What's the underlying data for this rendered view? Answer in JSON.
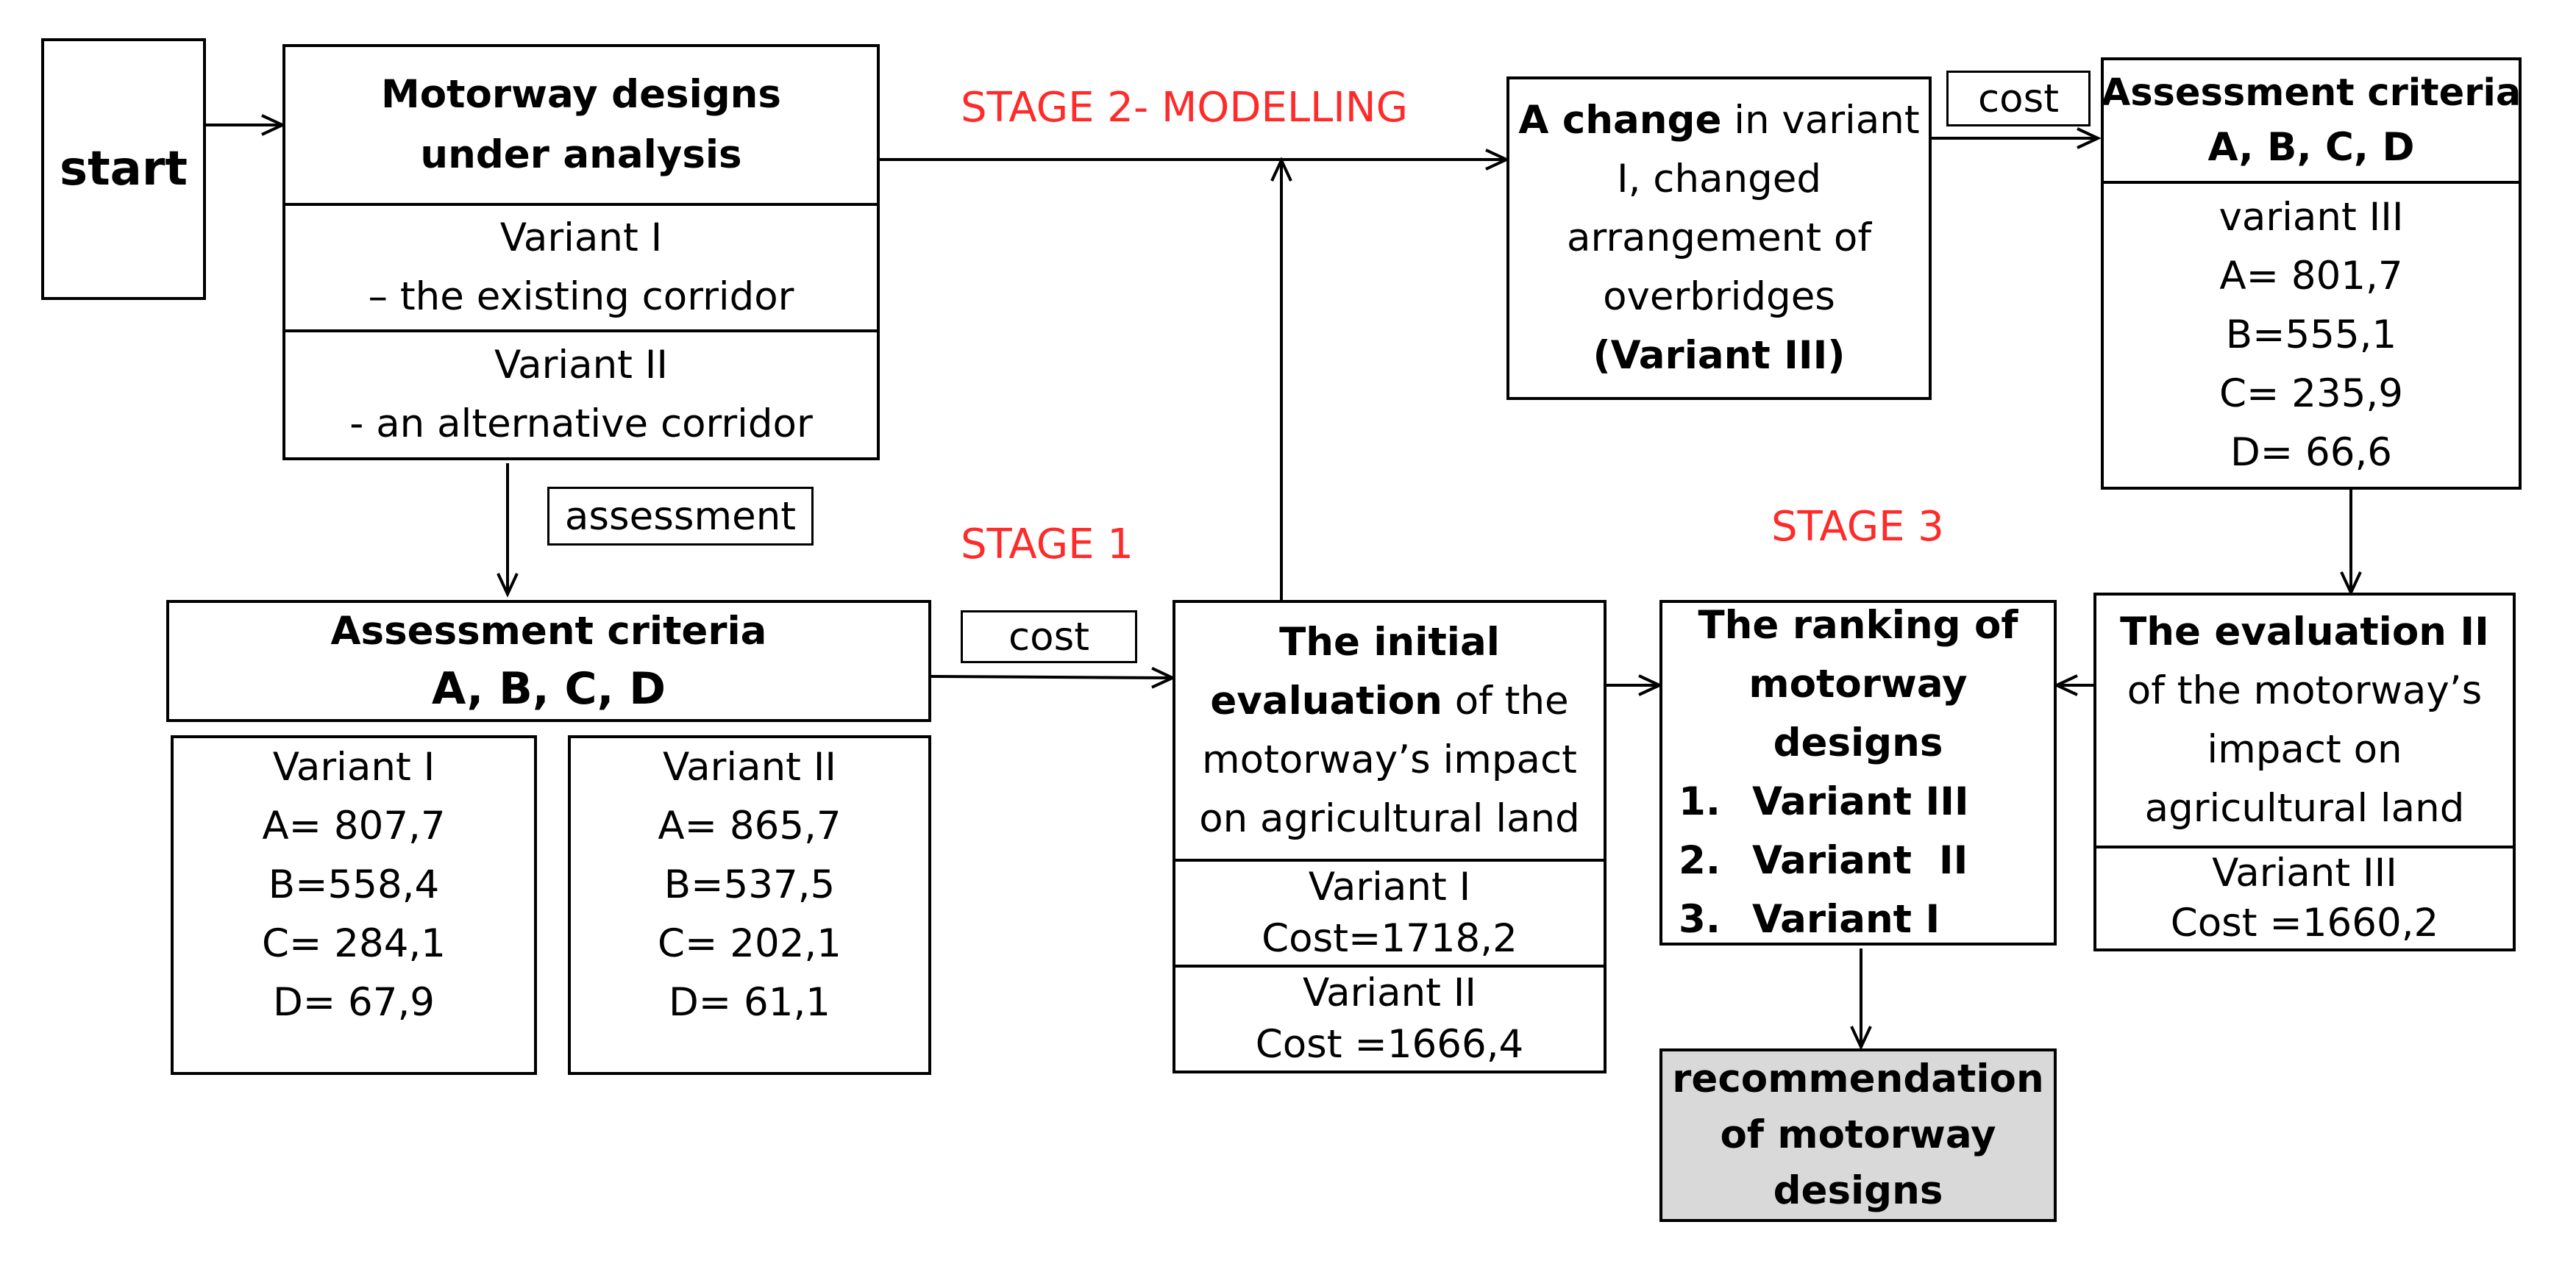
{
  "start": {
    "label": "start"
  },
  "designs": {
    "title": "Motorway designs under analysis",
    "variant1": [
      "Variant I",
      "– the existing corridor"
    ],
    "variant2": [
      "Variant II",
      "- an alternative corridor"
    ]
  },
  "labels": {
    "assessment": "assessment",
    "cost_stage1": "cost",
    "cost_stage2": "cost"
  },
  "stages": {
    "stage1": "STAGE 1",
    "stage2": "STAGE 2- MODELLING",
    "stage3": "STAGE 3"
  },
  "criteria1": {
    "title": "Assessment criteria",
    "subtitle": "A, B, C, D",
    "variant1": [
      "Variant I",
      "A= 807,7",
      "B=558,4",
      "C= 284,1",
      "D= 67,9"
    ],
    "variant2": [
      "Variant II",
      "A= 865,7",
      "B=537,5",
      "C= 202,1",
      "D= 61,1"
    ]
  },
  "initial_eval": {
    "line1": "The initial",
    "line2_bold": "evaluation",
    "line2_rest": " of the",
    "line3": "motorway’s impact",
    "line4": "on agricultural land",
    "variant1": [
      "Variant I",
      "Cost=1718,2"
    ],
    "variant2": [
      "Variant II",
      "Cost =1666,4"
    ]
  },
  "change": {
    "line1_bold": "A change",
    "line1_rest": " in variant",
    "line2": "I, changed",
    "line3": "arrangement of",
    "line4": "overbridges",
    "line5": "(Variant III)"
  },
  "criteria2": {
    "title": "Assessment criteria",
    "subtitle": "A, B, C, D",
    "values": [
      "variant III",
      "A= 801,7",
      "B=555,1",
      "C= 235,9",
      "D= 66,6"
    ]
  },
  "ranking": {
    "title": [
      "The ranking of",
      "motorway",
      "designs"
    ],
    "items": [
      {
        "num": "1.",
        "label": "Variant III"
      },
      {
        "num": "2.",
        "label": "Variant  II"
      },
      {
        "num": "3.",
        "label": "Variant I"
      }
    ]
  },
  "evaluation2": {
    "title": "The evaluation II",
    "lines": [
      "of the motorway’s",
      "impact on",
      "agricultural land"
    ],
    "variant": [
      "Variant III",
      "Cost =1660,2"
    ]
  },
  "recommendation": {
    "lines": [
      "recommendation",
      "of motorway",
      "designs"
    ]
  },
  "colors": {
    "stage_text": "#ff2a2a",
    "recommendation_fill": "#d9d9d9",
    "line": "#000000"
  }
}
